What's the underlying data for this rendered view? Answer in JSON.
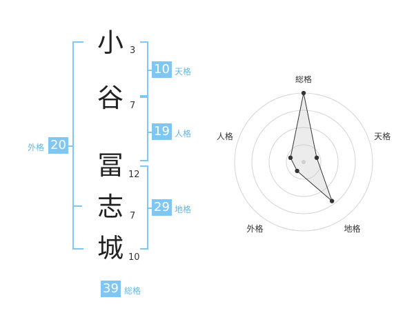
{
  "name": {
    "characters": [
      {
        "char": "小",
        "strokes": "3"
      },
      {
        "char": "谷",
        "strokes": "7"
      },
      {
        "char": "冨",
        "strokes": "12"
      },
      {
        "char": "志",
        "strokes": "7"
      },
      {
        "char": "城",
        "strokes": "10"
      }
    ]
  },
  "kaku": {
    "tenkaku": {
      "value": "10",
      "label": "天格"
    },
    "jinkaku": {
      "value": "19",
      "label": "人格"
    },
    "chikaku": {
      "value": "29",
      "label": "地格"
    },
    "gaikaku": {
      "value": "20",
      "label": "外格"
    },
    "soukaku": {
      "value": "39",
      "label": "総格"
    }
  },
  "colors": {
    "accent": "#7fc7f2",
    "accent_text": "#5fb8ea"
  },
  "chart_data": {
    "type": "radar",
    "axes": [
      "総格",
      "天格",
      "地格",
      "外格",
      "人格"
    ],
    "values": [
      5,
      1,
      3.5,
      0.8,
      1
    ],
    "range": [
      0,
      5
    ],
    "rings": 4
  }
}
